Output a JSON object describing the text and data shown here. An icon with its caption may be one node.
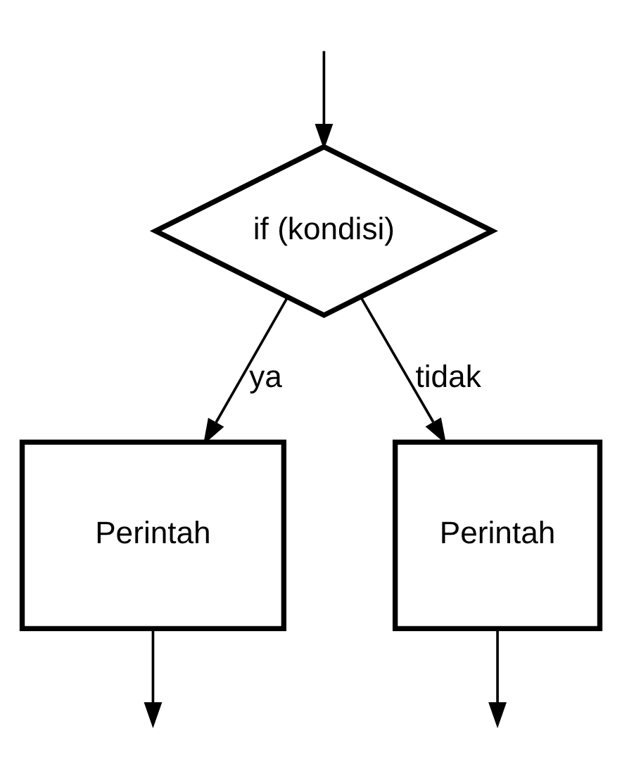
{
  "diagram": {
    "nodes": [
      {
        "text": [
          "if (kondisi)"
        ]
      },
      {
        "text": [
          "Perintah"
        ]
      },
      {
        "text": [
          "Perintah"
        ]
      }
    ],
    "edges": [
      {
        "from": null,
        "to": 0,
        "arrow": "to"
      },
      {
        "from": 0,
        "to": 1,
        "arrow": "to",
        "label": "ya"
      },
      {
        "from": 0,
        "to": 2,
        "arrow": "to",
        "label": "tidak"
      },
      {
        "from": 1,
        "to": null,
        "arrow": "to"
      },
      {
        "from": 2,
        "to": null,
        "arrow": "to"
      }
    ]
  }
}
